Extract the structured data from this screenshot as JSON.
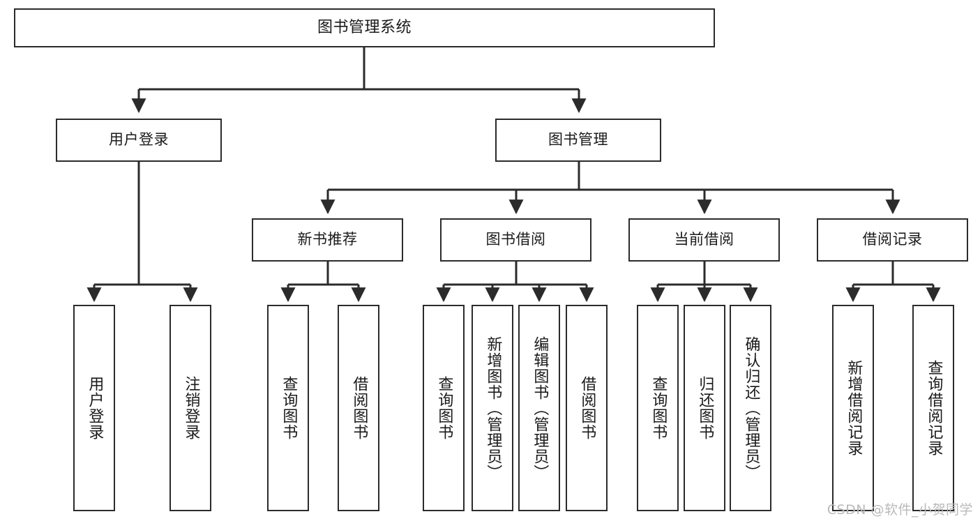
{
  "diagram": {
    "title": "图书管理系统",
    "type": "tree-hierarchy-chart",
    "watermark": "CSDN @软件_小贺同学",
    "colors": {
      "box_border": "#2b2b2b",
      "box_fill": "#ffffff",
      "connector": "#2b2b2b",
      "text": "#1a1a1a",
      "watermark": "#b9b9b9"
    }
  },
  "root": {
    "label": "图书管理系统"
  },
  "level2": [
    {
      "label": "用户登录"
    },
    {
      "label": "图书管理"
    }
  ],
  "level3": [
    {
      "label": "新书推荐"
    },
    {
      "label": "图书借阅"
    },
    {
      "label": "当前借阅"
    },
    {
      "label": "借阅记录"
    }
  ],
  "leaves": {
    "user_login": [
      {
        "label": "用户登录"
      },
      {
        "label": "注销登录"
      }
    ],
    "new_book_recommend": [
      {
        "label": "查询图书"
      },
      {
        "label": "借阅图书"
      }
    ],
    "book_borrow": [
      {
        "label": "查询图书"
      },
      {
        "label": "新增图书（管理员）"
      },
      {
        "label": "编辑图书（管理员）"
      },
      {
        "label": "借阅图书"
      }
    ],
    "current_borrow": [
      {
        "label": "查询图书"
      },
      {
        "label": "归还图书"
      },
      {
        "label": "确认归还（管理员）"
      }
    ],
    "borrow_record": [
      {
        "label": "新增借阅记录"
      },
      {
        "label": "查询借阅记录"
      }
    ]
  }
}
